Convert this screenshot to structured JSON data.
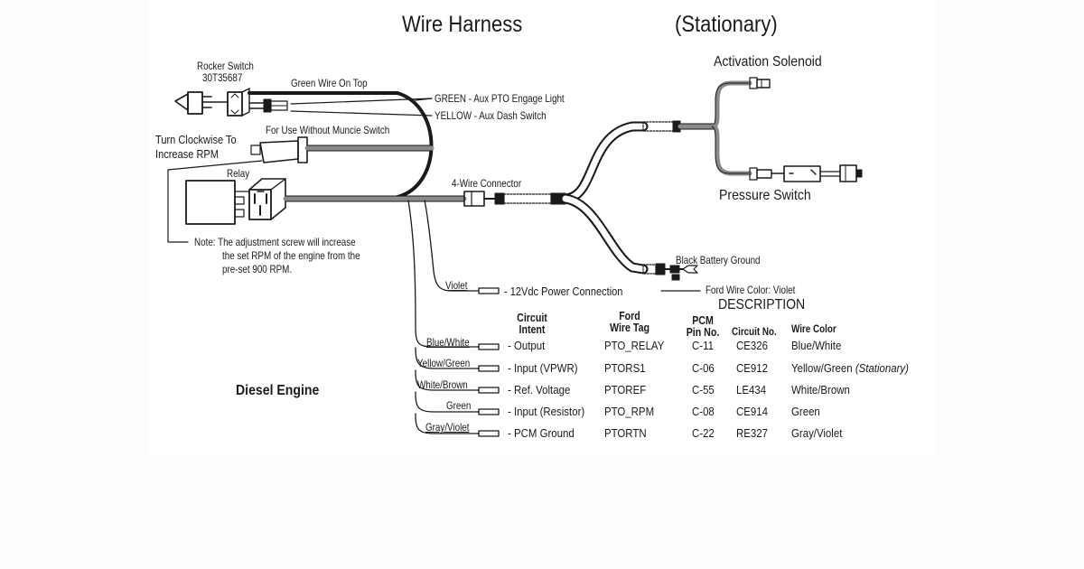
{
  "title": {
    "main": "Wire Harness",
    "sub": "(Stationary)"
  },
  "components": {
    "rocker_switch": {
      "label": "Rocker Switch",
      "part_no": "30T35687"
    },
    "green_wire_note": "Green Wire On Top",
    "green_lead": "GREEN - Aux PTO Engage Light",
    "yellow_lead": "YELLOW - Aux Dash Switch",
    "muncie_note": "For Use Without Muncie Switch",
    "rpm_note_line1": "Turn Clockwise To",
    "rpm_note_line2": "Increase RPM",
    "relay": "Relay",
    "adjust_note_line1": "Note: The adjustment screw will increase",
    "adjust_note_line2": "the set RPM of the engine from the",
    "adjust_note_line3": "pre-set 900 RPM.",
    "four_wire_connector": "4-Wire Connector",
    "activation_solenoid": "Activation Solenoid",
    "pressure_switch": "Pressure Switch",
    "battery_ground": "Black Battery Ground",
    "violet_wire": "Violet",
    "power_connection": "- 12Vdc Power Connection",
    "ford_wire_color": "Ford Wire Color:  Violet",
    "engine_label": "Diesel Engine"
  },
  "description": {
    "heading": "DESCRIPTION",
    "columns": {
      "circuit_intent": [
        "Circuit",
        "Intent"
      ],
      "ford_wire_tag": [
        "Ford",
        "Wire Tag"
      ],
      "pcm_pin": [
        "PCM",
        "Pin No."
      ],
      "circuit_no": "Circuit No.",
      "wire_color": "Wire Color"
    },
    "rows": [
      {
        "lead": "Blue/White",
        "intent": "- Output",
        "tag": "PTO_RELAY",
        "pin": "C-11",
        "circuit": "CE326",
        "color": "Blue/White",
        "note": ""
      },
      {
        "lead": "Yellow/Green",
        "intent": "- Input (VPWR)",
        "tag": "PTORS1",
        "pin": "C-06",
        "circuit": "CE912",
        "color": "Yellow/Green",
        "note": "(Stationary)"
      },
      {
        "lead": "White/Brown",
        "intent": "- Ref. Voltage",
        "tag": "PTOREF",
        "pin": "C-55",
        "circuit": "LE434",
        "color": "White/Brown",
        "note": ""
      },
      {
        "lead": "Green",
        "intent": "- Input (Resistor)",
        "tag": "PTO_RPM",
        "pin": "C-08",
        "circuit": "CE914",
        "color": "Green",
        "note": ""
      },
      {
        "lead": "Gray/Violet",
        "intent": "- PCM Ground",
        "tag": "PTORTN",
        "pin": "C-22",
        "circuit": "RE327",
        "color": "Gray/Violet",
        "note": ""
      }
    ]
  },
  "colors": {
    "ink": "#1a1a1a",
    "wire_gray": "#8a8a8a",
    "paper": "#ffffff",
    "background": "#fdfdfd"
  }
}
